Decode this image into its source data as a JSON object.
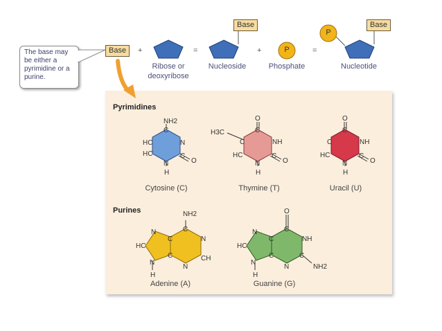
{
  "callout_text": "The base may be either a pyrimidine or a purine.",
  "equation": {
    "base_label": "Base",
    "plus1": "+",
    "sugar_label_line1": "Ribose or",
    "sugar_label_line2": "deoxyribose",
    "equals1": "=",
    "nucleoside_label": "Nucleoside",
    "plus2": "+",
    "phosphate_symbol": "P",
    "phosphate_label": "Phosphate",
    "equals2": "=",
    "nucleotide_label": "Nucleotide"
  },
  "panel": {
    "pyrimidines_title": "Pyrimidines",
    "purines_title": "Purines",
    "cytosine": "Cytosine (C)",
    "thymine": "Thymine (T)",
    "uracil": "Uracil (U)",
    "adenine": "Adenine (A)",
    "guanine": "Guanine (G)"
  },
  "atoms": {
    "NH2": "NH2",
    "H3C": "H3C",
    "HC": "HC",
    "C": "C",
    "N": "N",
    "NH": "NH",
    "H": "H",
    "O": "O",
    "CH": "CH"
  },
  "colors": {
    "base_box": "#f7dca0",
    "pentagon": "#3f6fb8",
    "phosphate": "#f2b418",
    "arrow": "#f0a030",
    "panel_bg": "#fbeedd",
    "cytosine": "#6f9fdb",
    "thymine": "#e69a96",
    "uracil": "#d6394a",
    "adenine": "#f0c020",
    "guanine": "#7fb86a"
  }
}
